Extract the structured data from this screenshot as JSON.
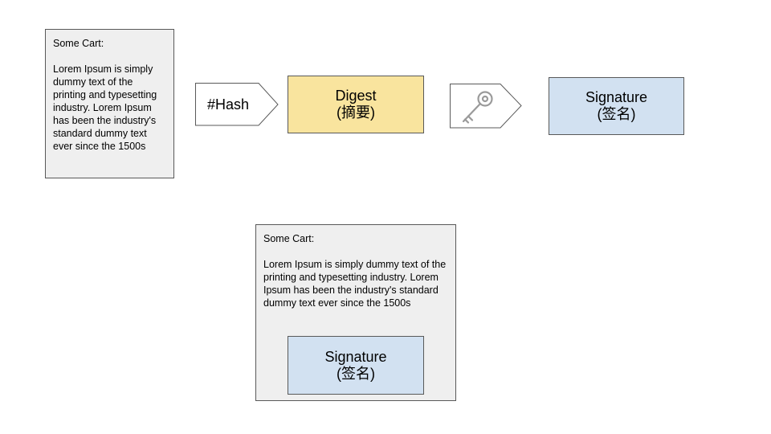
{
  "doc_top": {
    "title": "Some Cart:",
    "body": "Lorem Ipsum is simply dummy text of the printing and typesetting industry. Lorem Ipsum has been the industry's standard dummy text ever since the 1500s"
  },
  "hash_step": {
    "label": "#Hash"
  },
  "digest": {
    "line1": "Digest",
    "line2": "(摘要)"
  },
  "key_step": {
    "icon": "key-icon"
  },
  "signature": {
    "line1": "Signature",
    "line2": "(签名)"
  },
  "doc_bottom": {
    "title": "Some Cart:",
    "body": "Lorem Ipsum is simply dummy text of the printing and typesetting industry. Lorem Ipsum has been the industry's standard dummy text ever since the 1500s",
    "signature": {
      "line1": "Signature",
      "line2": "(签名)"
    }
  },
  "colors": {
    "document_fill": "#efefef",
    "digest_fill": "#f9e49e",
    "signature_fill": "#d2e1f1",
    "border": "#595959"
  }
}
